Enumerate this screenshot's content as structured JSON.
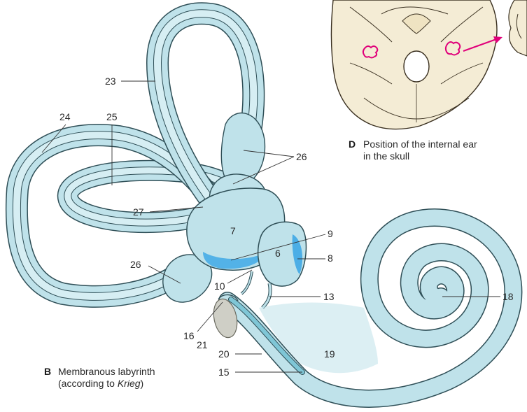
{
  "figure": {
    "panel_b": {
      "letter": "B",
      "caption_line1": "Membranous labyrinth",
      "caption_line2_pre": "(according to ",
      "caption_line2_italic": "Krieg",
      "caption_line2_post": ")"
    },
    "panel_d": {
      "letter": "D",
      "caption_line1": "Position of the internal ear",
      "caption_line2": "in the skull"
    },
    "labels": {
      "l23": "23",
      "l24": "24",
      "l25": "25",
      "l26a": "26",
      "l26b": "26",
      "l27": "27",
      "l7": "7",
      "l9": "9",
      "l6": "6",
      "l8": "8",
      "l10": "10",
      "l13": "13",
      "l18": "18",
      "l16": "16",
      "l21": "21",
      "l20": "20",
      "l19": "19",
      "l15": "15"
    },
    "colors": {
      "labyrinth_fill": "#bfe2ea",
      "labyrinth_inner": "#d6eef3",
      "labyrinth_outline": "#2f4f57",
      "macula_blue": "#3fa9e6",
      "skull_fill": "#f4ecd5",
      "skull_outline": "#3a3020",
      "marker_pink": "#e0007a",
      "arrow_pink": "#e0007a",
      "plug_gray": "#cfcfc6"
    }
  }
}
